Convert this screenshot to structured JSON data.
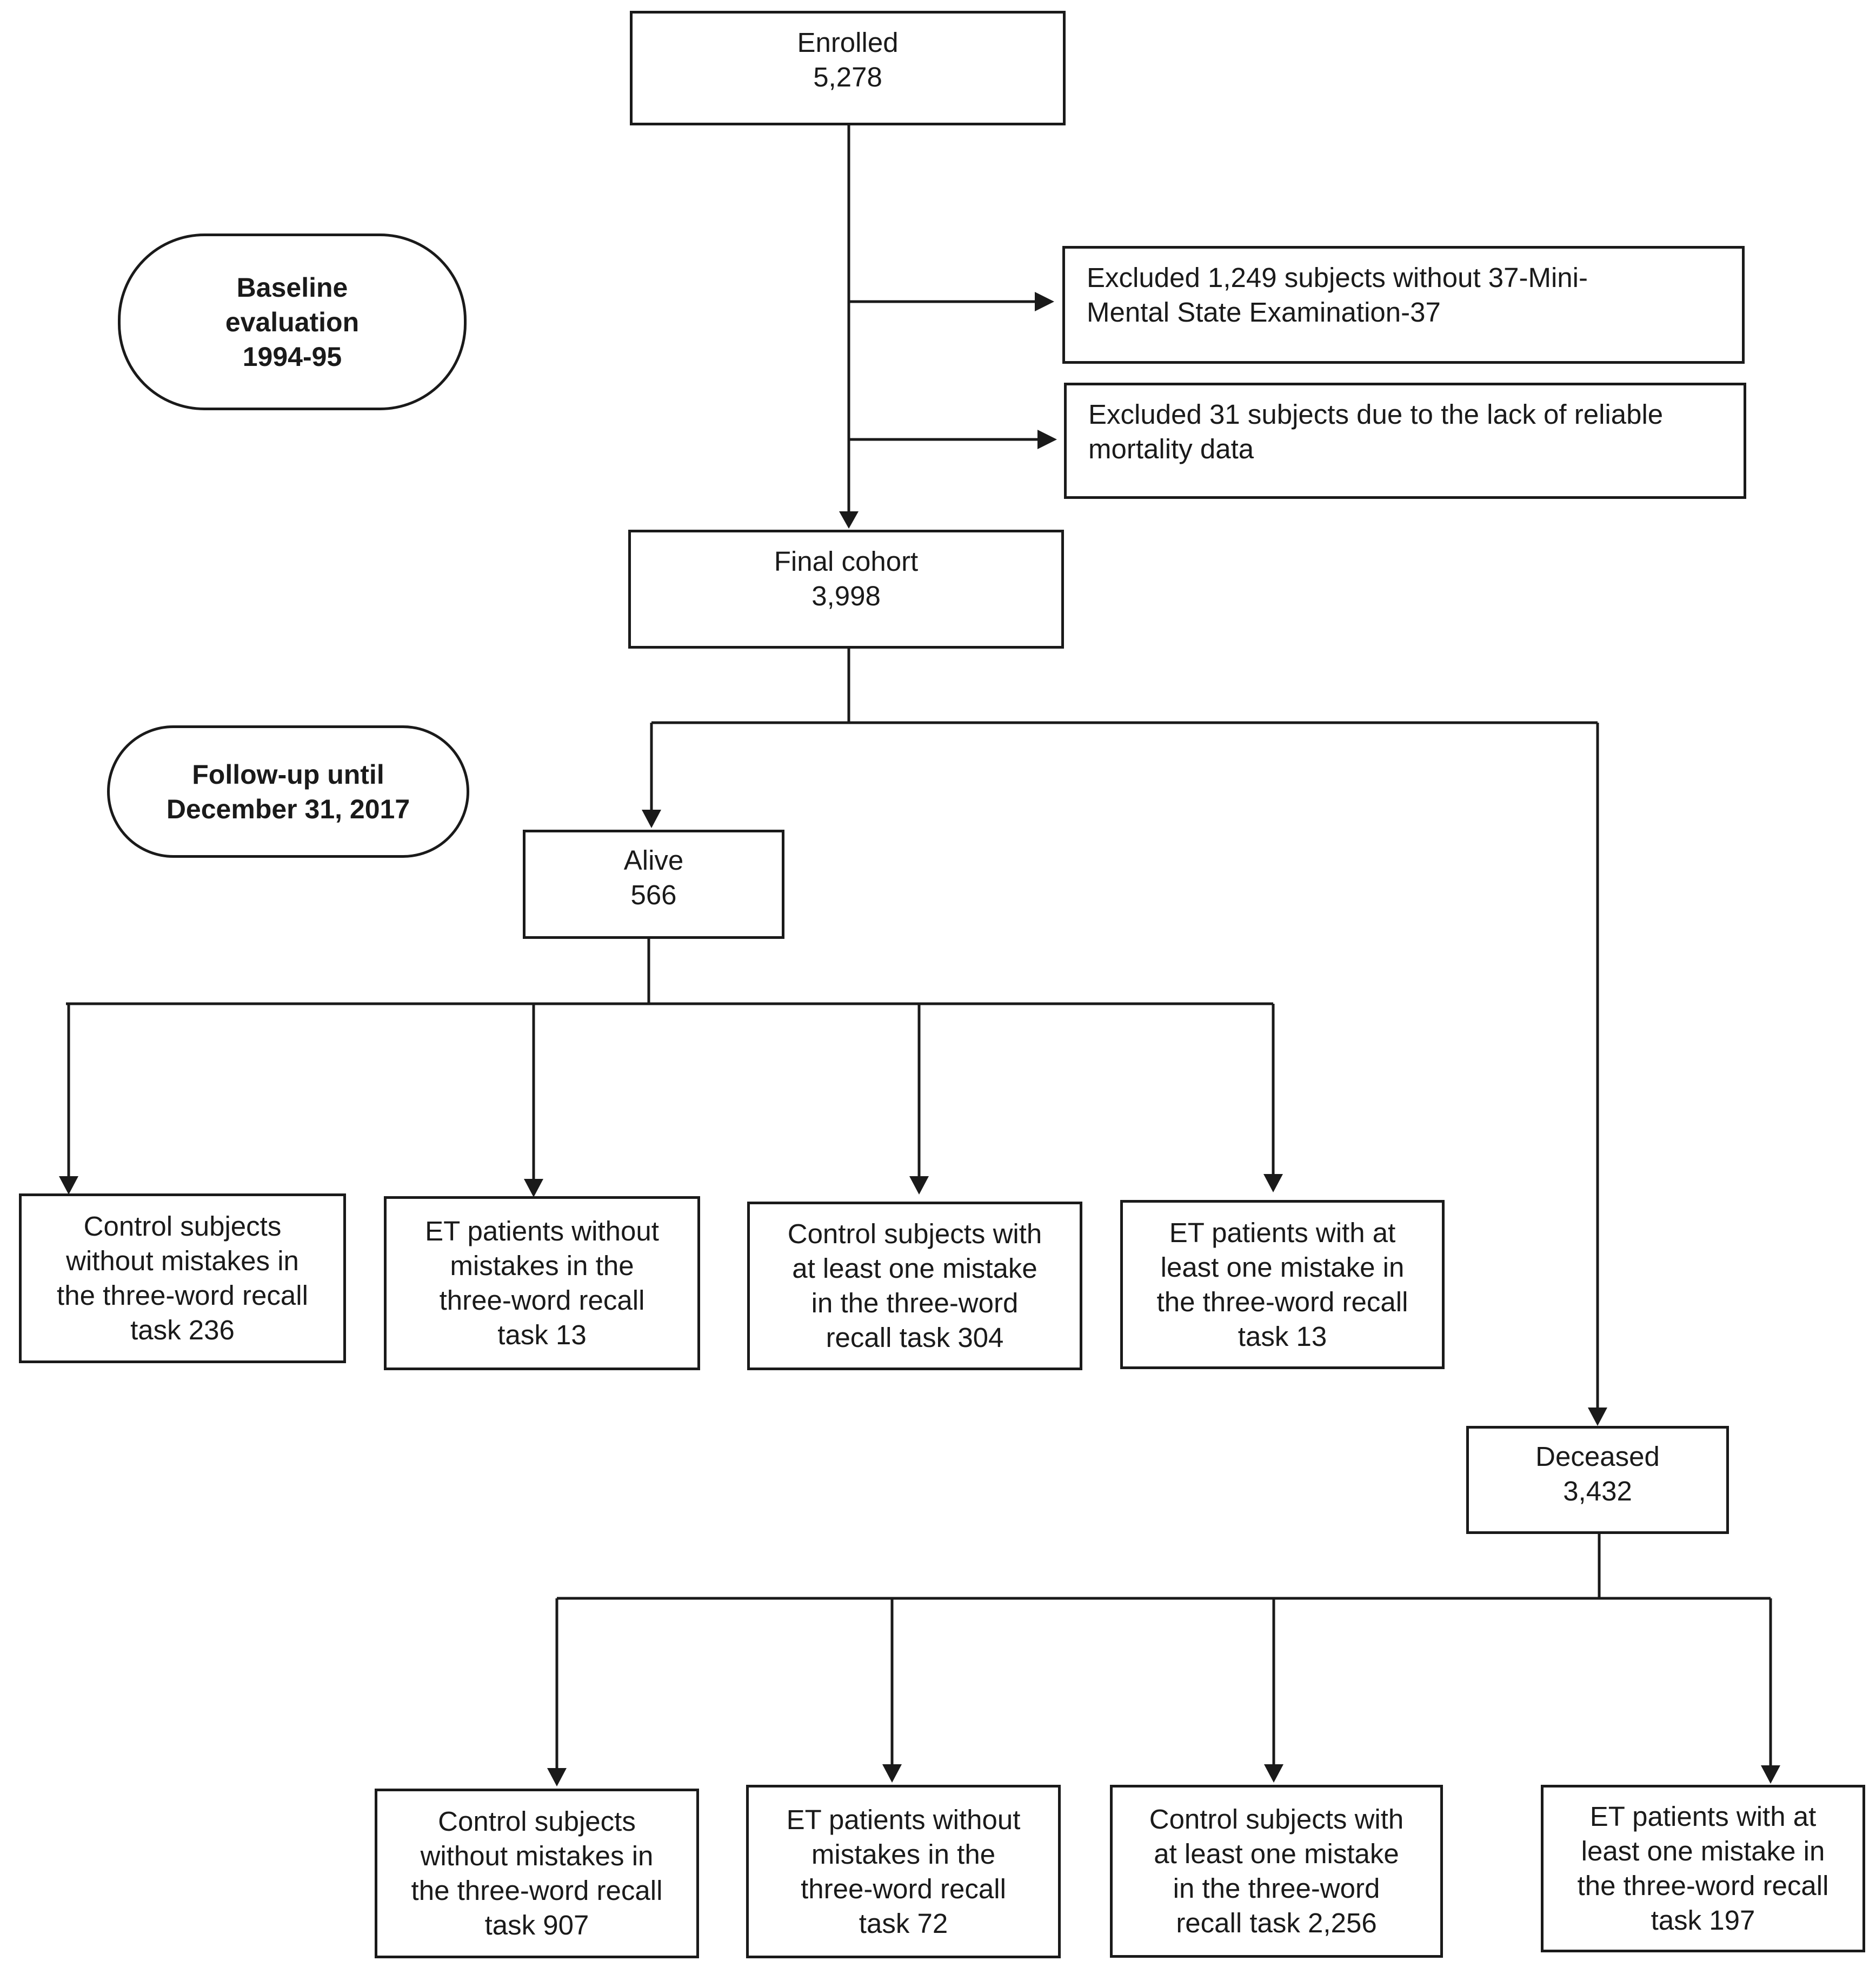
{
  "phases": {
    "baseline": [
      "Baseline",
      "evaluation",
      "1994-95"
    ],
    "followup": [
      "Follow-up until",
      "December 31, 2017"
    ]
  },
  "nodes": {
    "enrolled": [
      "Enrolled",
      "5,278"
    ],
    "excluded_mmse": [
      "Excluded 1,249 subjects without 37-Mini-",
      "Mental State Examination-37"
    ],
    "excluded_mortality": [
      "Excluded 31 subjects due to the lack of reliable",
      "mortality data"
    ],
    "final_cohort": [
      "Final cohort",
      "3,998"
    ],
    "alive": [
      "Alive",
      "566"
    ],
    "deceased": [
      "Deceased",
      "3,432"
    ]
  },
  "alive_groups": [
    [
      "Control subjects",
      "without mistakes in",
      "the three-word recall",
      "task 236"
    ],
    [
      "ET patients without",
      "mistakes in the",
      "three-word recall",
      "task 13"
    ],
    [
      "Control subjects with",
      "at least one mistake",
      "in the three-word",
      "recall task 304"
    ],
    [
      "ET patients with at",
      "least one mistake in",
      "the three-word recall",
      "task 13"
    ]
  ],
  "deceased_groups": [
    [
      "Control subjects",
      "without mistakes in",
      "the three-word recall",
      "task 907"
    ],
    [
      "ET patients without",
      "mistakes in the",
      "three-word recall",
      "task 72"
    ],
    [
      "Control subjects with",
      "at least one mistake",
      "in the three-word",
      "recall task 2,256"
    ],
    [
      "ET patients with at",
      "least one mistake in",
      "the three-word recall",
      "task 197"
    ]
  ]
}
